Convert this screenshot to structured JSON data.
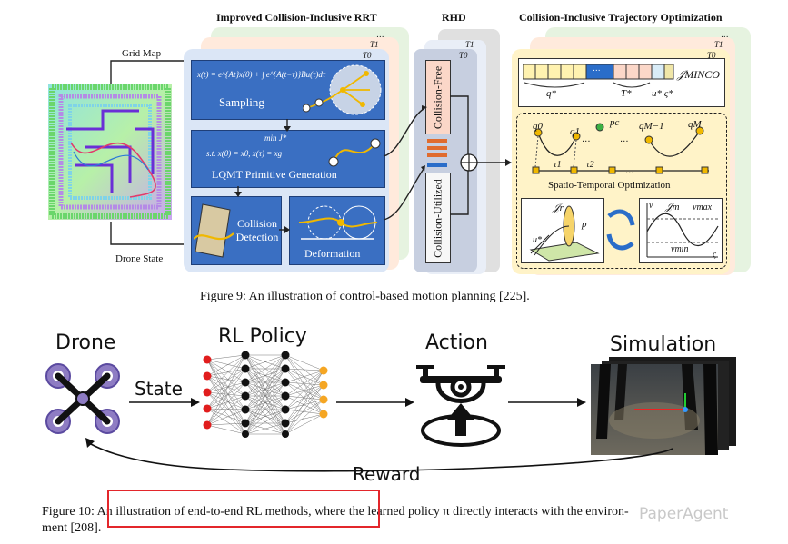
{
  "fig9": {
    "header_rrt": "Improved Collision-Inclusive RRT",
    "header_rhd": "RHD",
    "header_opt": "Collision-Inclusive Trajectory Optimization",
    "grid_map": "Grid Map",
    "drone_state": "Drone State",
    "dots": "...",
    "t1": "T1",
    "t0": "T0",
    "sampling": "Sampling",
    "sampling_eq": "x(t) = e^{At}x(0) + ∫ e^{A(t−τ)}Bu(τ)dτ",
    "lqmt_eq1": "min J*",
    "lqmt_eq2": "s.t. x(0) = x0, x(τ) = xg",
    "lqmt": "LQMT Primitive Generation",
    "collision_detection": "Collision Detection",
    "deformation": "Deformation",
    "collision_free": "Collision-Free",
    "collision_utilized": "Collision-Utilized",
    "q_star": "q*",
    "T_star": "T*",
    "u_star": "u* ς*",
    "J_minco": "𝒥MINCO",
    "q0": "q0",
    "q1": "q1",
    "pc": "pc",
    "qM1": "qM−1",
    "qM": "qM",
    "tau1": "τ1",
    "tau2": "τ2",
    "spatio": "Spatio-Temporal Optimization",
    "Jr": "𝒥r",
    "p": "p",
    "u_star2": "u*",
    "v": "v",
    "Jm": "𝒥m",
    "vmax": "vmax",
    "vmin": "vmin",
    "sigma": "ς",
    "caption": "Figure 9: An illustration of control-based motion planning [225]."
  },
  "fig10": {
    "drone": "Drone",
    "rl_policy": "RL Policy",
    "action": "Action",
    "simulation": "Simulation",
    "state": "State",
    "reward": "Reward",
    "caption_prefix": "Figure 10: ",
    "caption_highlight": "An illustration of end-to-end RL methods",
    "caption_rest": ", where the learned policy π directly interacts with the environ-",
    "caption_line2": "ment [208].",
    "watermark": "PaperAgent"
  },
  "colors": {
    "blue": "#3a6fc2",
    "highlight_red": "#e3262b",
    "red_nodes": "#e11d1d",
    "orange_nodes": "#f5a623",
    "purple": "#8e7cc3"
  }
}
